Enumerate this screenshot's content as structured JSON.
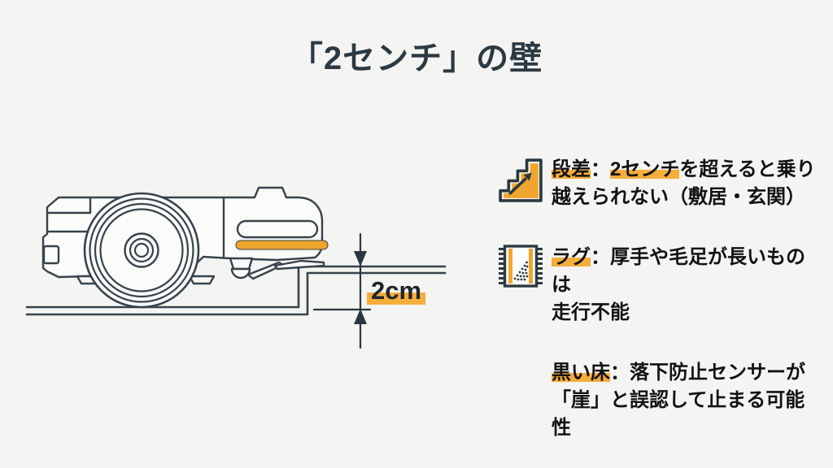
{
  "title": "「2センチ」の壁",
  "diagram": {
    "dimension_label": "2cm"
  },
  "colors": {
    "background": "#f4f4f2",
    "outline": "#36434c",
    "accent_orange": "#f0a62e",
    "text_highlight": "#f5ad3b",
    "black_floor": "#191919"
  },
  "points": [
    {
      "icon": "stairs-icon",
      "segments": [
        {
          "text": "段差",
          "hl": true
        },
        {
          "text": "：",
          "hl": false
        },
        {
          "text": "2センチ",
          "hl": true
        },
        {
          "text": "を超えると乗り\n越えられない（敷居・玄関）",
          "hl": false
        }
      ]
    },
    {
      "icon": "rug-icon",
      "segments": [
        {
          "text": "ラグ",
          "hl": true
        },
        {
          "text": "：厚手や毛足が長いものは\n走行不能",
          "hl": false
        }
      ]
    },
    {
      "icon": "black-floor-icon",
      "segments": [
        {
          "text": "黒い床",
          "hl": true
        },
        {
          "text": "：落下防止センサーが\n「崖」と誤認して止まる可能性",
          "hl": false
        }
      ]
    }
  ]
}
